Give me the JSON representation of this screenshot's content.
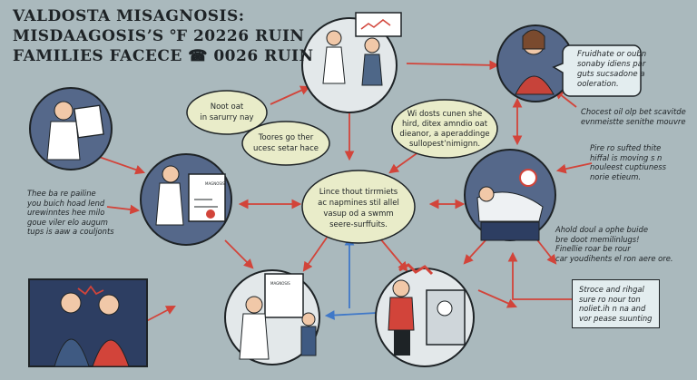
{
  "title": {
    "line1": "VALDOSTA MISAGNOSIS:",
    "line2": "MISDAAGOSISʼS ℉ 20226 RUIN",
    "line3": "FAMILIES FACECE ☎ 0026 RUIN"
  },
  "bubbles": {
    "b1": [
      "Noot oat",
      "in sarurry nay"
    ],
    "b2": [
      "Toores go ther",
      "ucesc setar hace"
    ],
    "b3": [
      "Wi dosts cunen she",
      "hird, ditex amndio oat",
      "dieanor, a aperaddinge",
      "sullopestʼnimignn."
    ],
    "center": [
      "Lince thout tirrmiets",
      "ac napmines stil allel",
      "vasup od a swmm",
      "seere-surffuits."
    ],
    "top_right": [
      "Fruidhate or oubn",
      "sonaby idiens par",
      "guts sucsadone a",
      "ooleration."
    ]
  },
  "notes": {
    "left": "Thee ba re pailine\nyou buich hoad lend\nurewinntes hee milo\ngoue viler elo augum\ntups is aaw a couljonts",
    "right_upper": "Chocest oil olp bet scavitde\nevnmeistte senithe mouvre",
    "right_mid": "Pire ro sufted thite\nhiffal is moving s n\nnouleest cuptiuness\nnorie etieum.",
    "right_lower": "Ahold doul a ophe buide\nbre doot memilinlugs!\nFinellie roar be rour\ncar youdihents el ron aere ore.",
    "right_box": "Stroce and rihgal\nsure ro nour ton\nnoliet.ih n na and\nvor pease suunting"
  },
  "sign_text": "MAGNOSIS",
  "colors": {
    "background": "#aab9bd",
    "circle_fill": "#55688a",
    "bubble_fill": "#e9ecc9",
    "arrow_red": "#d2443a",
    "arrow_blue": "#3f78c8"
  }
}
